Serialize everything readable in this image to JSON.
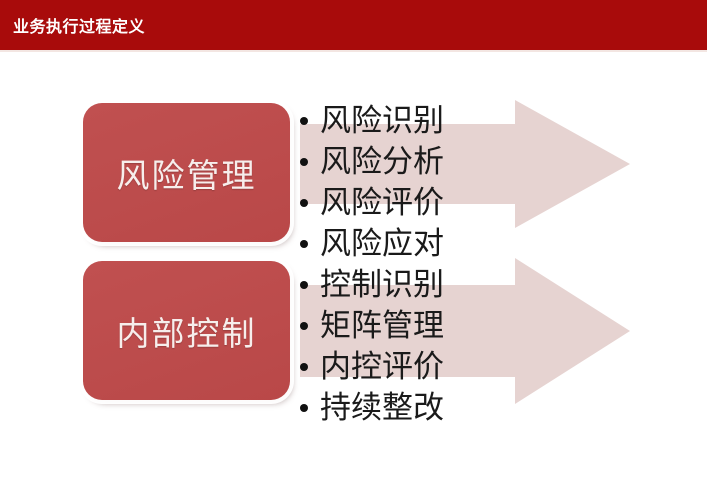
{
  "title_bar": {
    "title": "业务执行过程定义",
    "background": "#a80b0b",
    "text_color": "#ffffff"
  },
  "colors": {
    "box_red": "#bd4c4c",
    "arrow_pink": "#e6d3d1",
    "banner_red": "#a80b0b",
    "slide_background": "#ffffff",
    "bullet_text": "#1a1a1a"
  },
  "boxes": [
    {
      "label": "风险管理",
      "name": "risk-management"
    },
    {
      "label": "内部控制",
      "name": "internal-control"
    }
  ],
  "arrows": [
    {
      "name": "arrow-risk",
      "fill": "#e6d3d1",
      "direction": "right"
    },
    {
      "name": "arrow-control",
      "fill": "#e6d3d1",
      "direction": "right"
    }
  ],
  "bullets": [
    {
      "text": "风险识别"
    },
    {
      "text": "风险分析"
    },
    {
      "text": "风险评价"
    },
    {
      "text": "风险应对"
    },
    {
      "text": "控制识别"
    },
    {
      "text": "矩阵管理"
    },
    {
      "text": "内控评价"
    },
    {
      "text": "持续整改"
    }
  ]
}
